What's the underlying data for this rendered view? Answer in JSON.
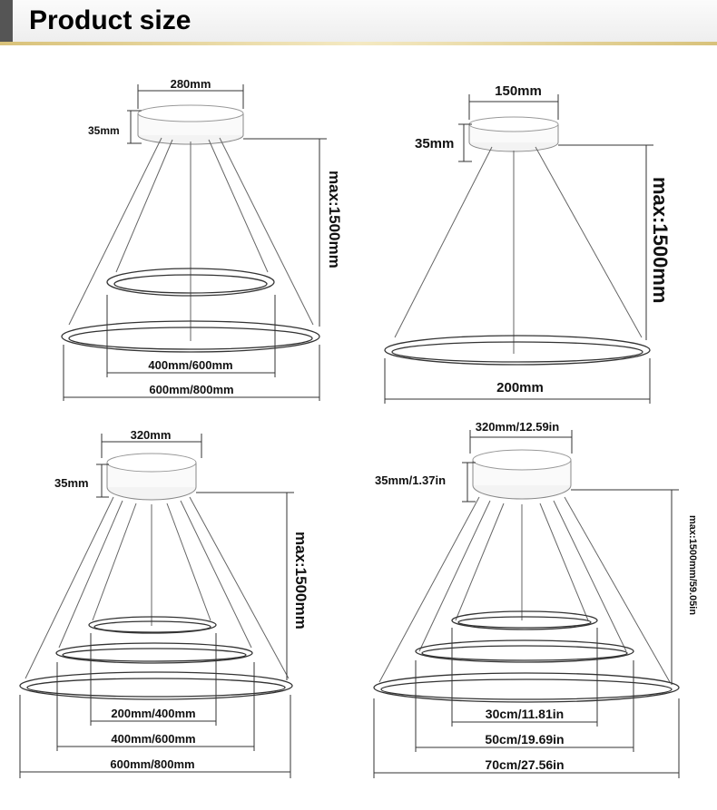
{
  "header": {
    "title": "Product size"
  },
  "diagrams": [
    {
      "canopy_width": "280mm",
      "canopy_height": "35mm",
      "max_height": "max:1500mm",
      "ring_sizes": [
        "400mm/600mm",
        "600mm/800mm"
      ]
    },
    {
      "canopy_width": "150mm",
      "canopy_height": "35mm",
      "max_height": "max:1500mm",
      "ring_sizes": [
        "200mm"
      ]
    },
    {
      "canopy_width": "320mm",
      "canopy_height": "35mm",
      "max_height": "max:1500mm",
      "ring_sizes": [
        "200mm/400mm",
        "400mm/600mm",
        "600mm/800mm"
      ]
    },
    {
      "canopy_width": "320mm/12.59in",
      "canopy_height": "35mm/1.37in",
      "max_height": "max:1500mm/59.05in",
      "ring_sizes": [
        "30cm/11.81in",
        "50cm/19.69in",
        "70cm/27.56in"
      ]
    }
  ]
}
